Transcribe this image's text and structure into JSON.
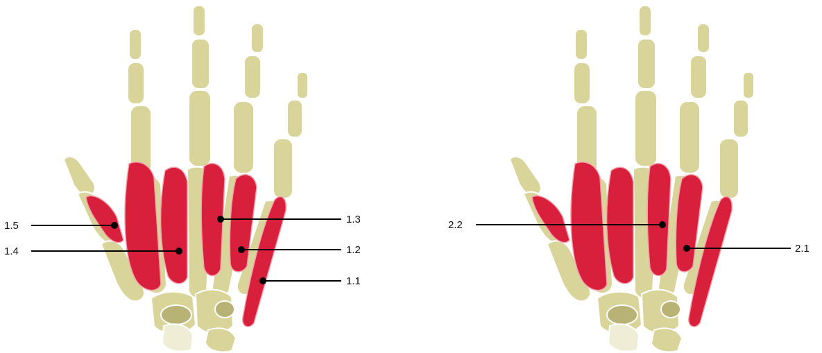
{
  "figures": [
    {
      "id": "left-hand",
      "labels": [
        "1.1",
        "1.2",
        "1.3",
        "1.4",
        "1.5"
      ]
    },
    {
      "id": "right-hand",
      "labels": [
        "2.1",
        "2.2"
      ]
    }
  ],
  "colors": {
    "bone": "#d9d49a",
    "bone_shadow": "#b9b275",
    "muscle": "#d8203c",
    "leader": "#000000",
    "background": "#ffffff"
  }
}
